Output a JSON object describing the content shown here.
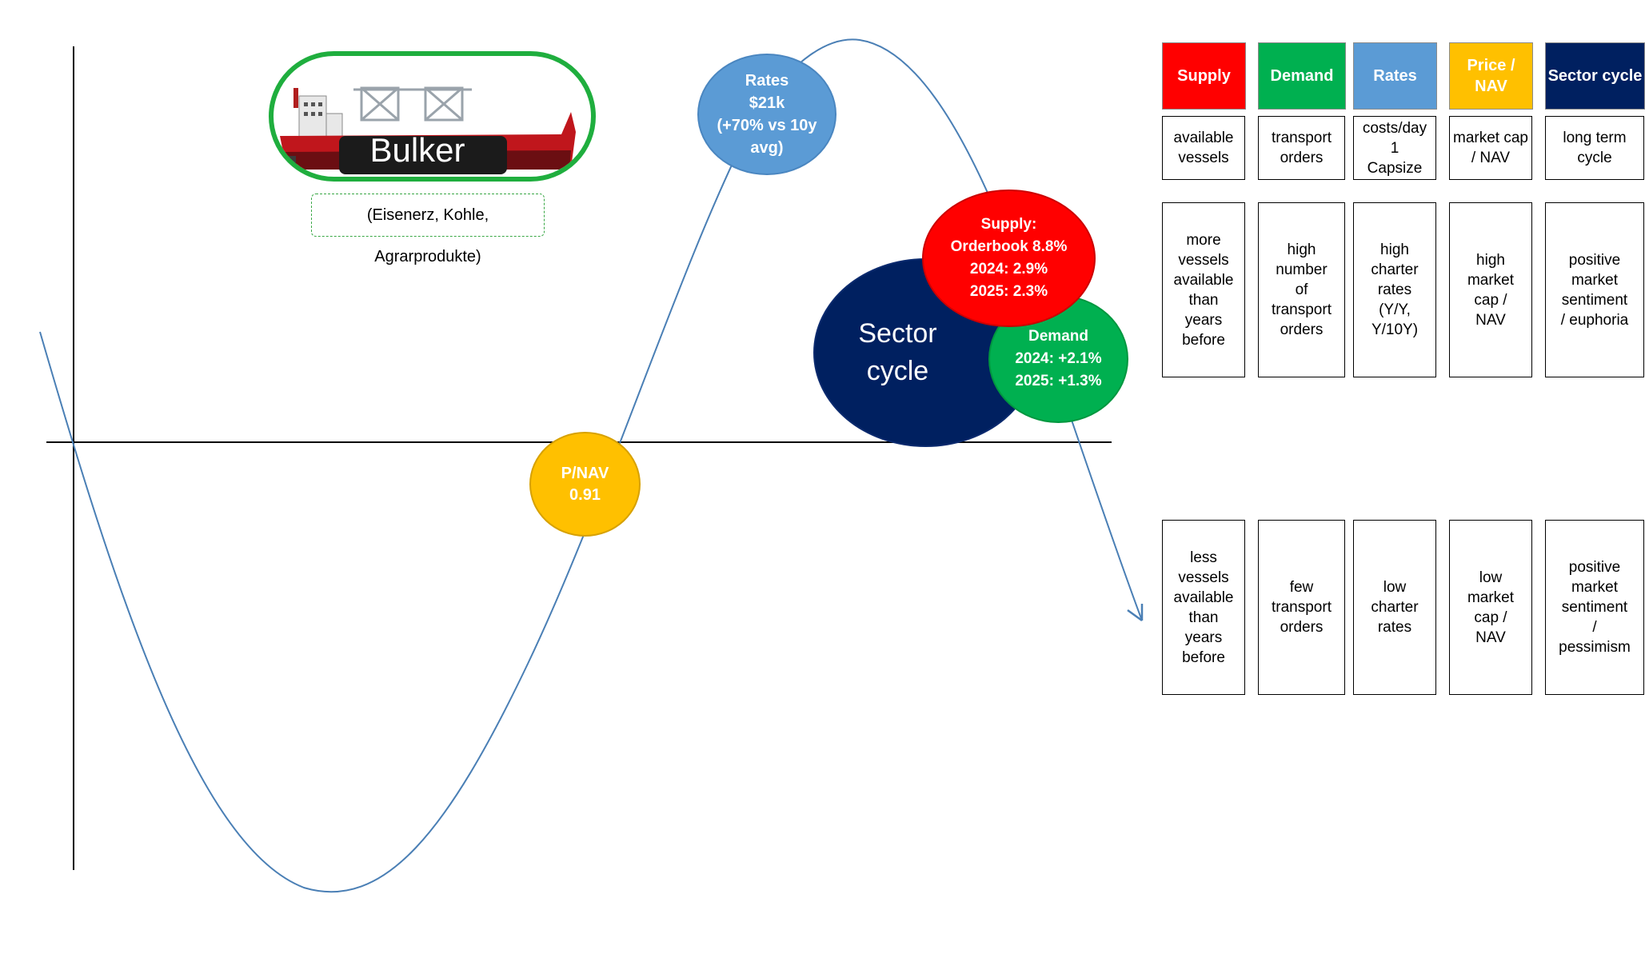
{
  "ship": {
    "name": "Bulker",
    "cargo": "(Eisenerz, Kohle, Agrarprodukte)"
  },
  "bubbles": {
    "rates": [
      "Rates",
      "$21k",
      "(+70% vs 10y",
      "avg)"
    ],
    "pnav": [
      "P/NAV",
      "0.91"
    ],
    "sector": [
      "Sector",
      "cycle"
    ],
    "supply": [
      "Supply:",
      "Orderbook 8.8%",
      "2024: 2.9%",
      "2025: 2.3%"
    ],
    "demand": [
      "Demand",
      "2024: +2.1%",
      "2025: +1.3%"
    ]
  },
  "table": {
    "columns": [
      {
        "header": "Supply",
        "header_lines": [
          "Supply"
        ],
        "color": "#ff0000",
        "text_color": "#ffffff",
        "definition": "available\nvessels",
        "high": "more\nvessels\navailable\nthan\nyears\nbefore",
        "low": "less\nvessels\navailable\nthan\nyears\nbefore"
      },
      {
        "header": "Demand",
        "header_lines": [
          "Demand"
        ],
        "color": "#00b050",
        "text_color": "#ffffff",
        "definition": "transport\norders",
        "high": "high\nnumber\nof\ntransport\norders",
        "low": "few\ntransport\norders"
      },
      {
        "header": "Rates",
        "header_lines": [
          "Rates"
        ],
        "color": "#5b9bd5",
        "text_color": "#ffffff",
        "definition": "costs/day\n1\nCapsize",
        "high": "high\ncharter\nrates\n(Y/Y,\nY/10Y)",
        "low": "low\ncharter\nrates"
      },
      {
        "header": "Price / NAV",
        "header_lines": [
          "Price /",
          "NAV"
        ],
        "color": "#ffc000",
        "text_color": "#ffffff",
        "definition": "market cap\n/ NAV",
        "high": "high\nmarket\ncap /\nNAV",
        "low": "low\nmarket\ncap /\nNAV"
      },
      {
        "header": "Sector cycle",
        "header_lines": [
          "Sector cycle"
        ],
        "color": "#002060",
        "text_color": "#ffffff",
        "definition": "long term\ncycle",
        "high": "positive\nmarket\nsentiment\n/ euphoria",
        "low": "positive\nmarket\nsentiment\n/\npessimism"
      }
    ]
  },
  "colors": {
    "curve": "#4a7fb5",
    "axis": "#000000",
    "ship_border": "#1fae3e"
  },
  "icons": [
    "ship-icon",
    "arrow-head-icon"
  ]
}
